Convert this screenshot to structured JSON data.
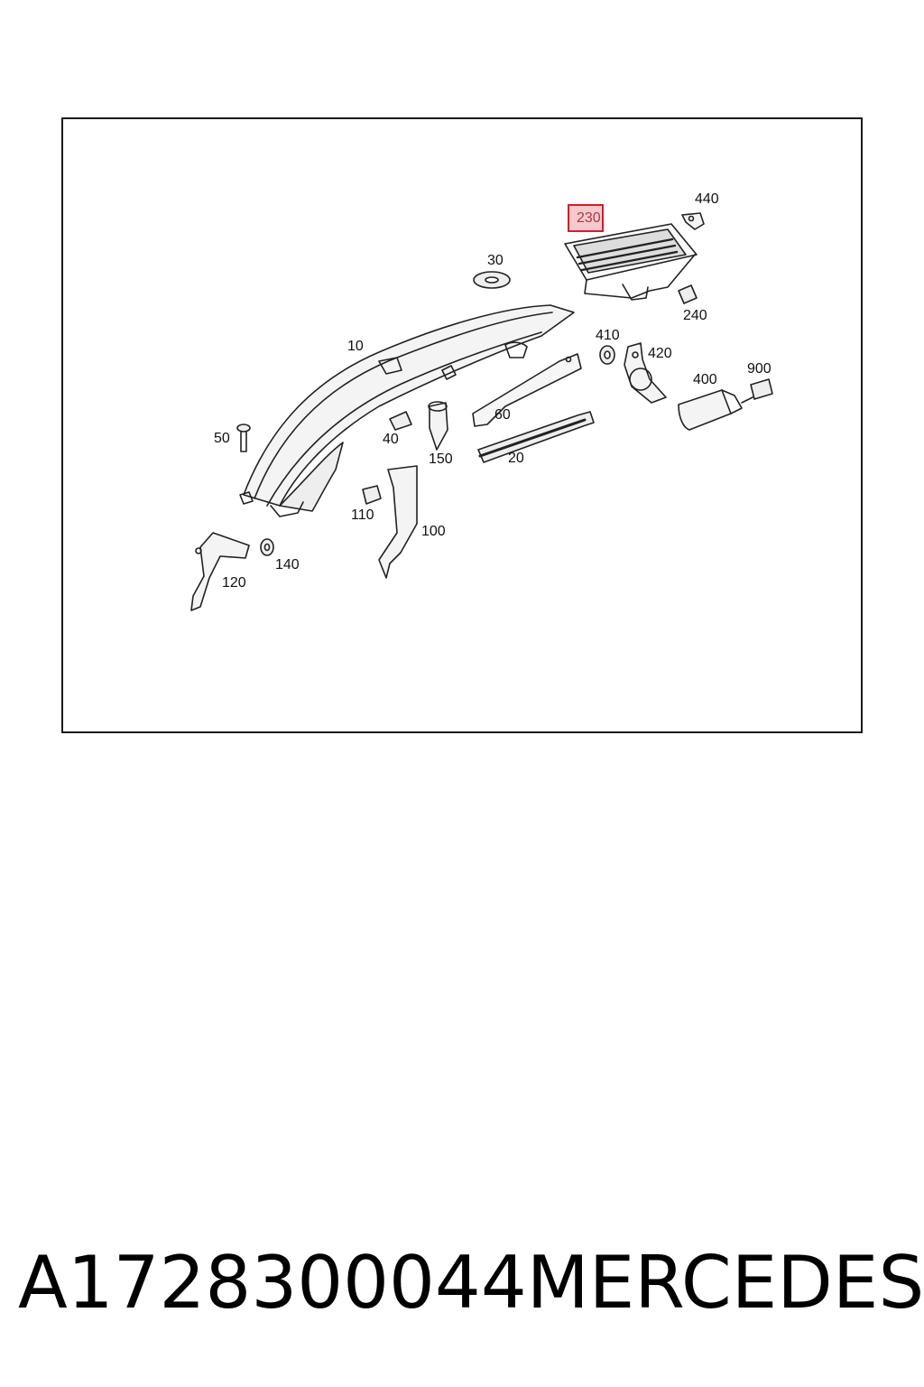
{
  "callouts": {
    "c10": "10",
    "c20": "20",
    "c30": "30",
    "c40": "40",
    "c50": "50",
    "c60": "60",
    "c100": "100",
    "c110": "110",
    "c120": "120",
    "c140": "140",
    "c150": "150",
    "c230": "230",
    "c240": "240",
    "c400": "400",
    "c410": "410",
    "c420": "420",
    "c440": "440",
    "c900": "900"
  },
  "highlight_color": "#d0202a",
  "footer": {
    "part_number": "A1728300044",
    "brand": "MERCEDES"
  }
}
